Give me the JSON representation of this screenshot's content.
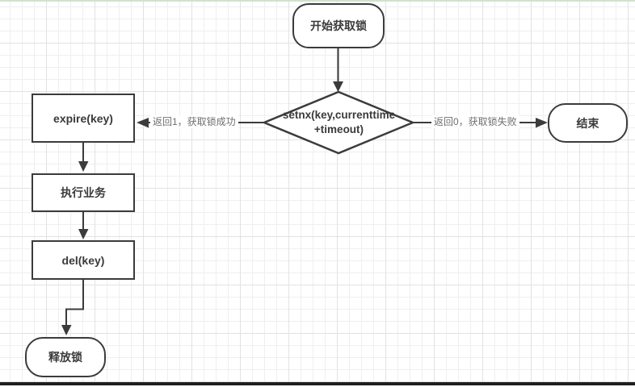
{
  "flowchart": {
    "nodes": {
      "start": {
        "label": "开始获取锁"
      },
      "condition": {
        "label_lines": [
          "setnx(key,currenttime",
          "+timeout)"
        ]
      },
      "expire": {
        "label": "expire(key)"
      },
      "business": {
        "label": "执行业务"
      },
      "delete": {
        "label": "del(key)"
      },
      "release": {
        "label": "释放锁"
      },
      "end": {
        "label": "结束"
      }
    },
    "edge_labels": {
      "success": "返回1，获取锁成功",
      "failure": "返回0，获取锁失败"
    },
    "colors": {
      "stroke": "#3b3b3b",
      "node_fill": "#ffffff",
      "node_text": "#3a3a3a",
      "edge_label_text": "#6f6f6f",
      "grid_minor": "#efefef",
      "grid_major": "#e2e2e2",
      "top_accent": "#cfe3cc",
      "bottom_bar": "#1f1f1f",
      "canvas_bg": "#ffffff"
    }
  }
}
